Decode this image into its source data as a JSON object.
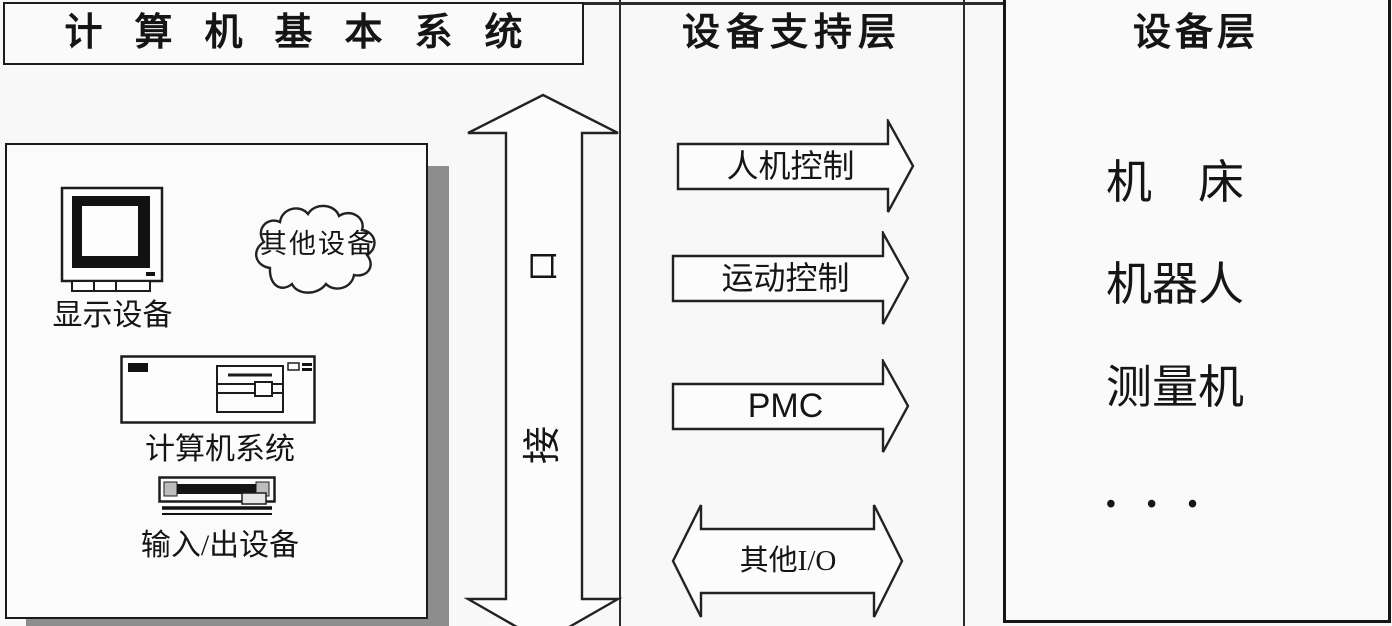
{
  "page": {
    "background": "#f8f8f8",
    "line_color": "#222222",
    "shadow_color": "#8d8d8d"
  },
  "left_column": {
    "title": "计算机基本系统",
    "box": {
      "display_device": {
        "icon": "crt-monitor",
        "label": "显示设备"
      },
      "other_devices": {
        "icon": "cloud",
        "label": "其他设备"
      },
      "computer_system": {
        "icon": "computer-case",
        "label": "计算机系统"
      },
      "io_device": {
        "icon": "keyboard",
        "label": "输入/出设备"
      }
    }
  },
  "interface_arrow": {
    "label": "接口",
    "chars": [
      "口",
      "接"
    ],
    "direction": "vertical-double"
  },
  "middle_column": {
    "title": "设备支持层",
    "arrows": [
      {
        "label": "人机控制",
        "direction": "right"
      },
      {
        "label": "运动控制",
        "direction": "right"
      },
      {
        "label": "PMC",
        "direction": "right"
      },
      {
        "label": "其他I/O",
        "direction": "both"
      }
    ]
  },
  "right_column": {
    "title": "设备层",
    "items": [
      "机　床",
      "机器人",
      "测量机",
      "• • •"
    ]
  }
}
